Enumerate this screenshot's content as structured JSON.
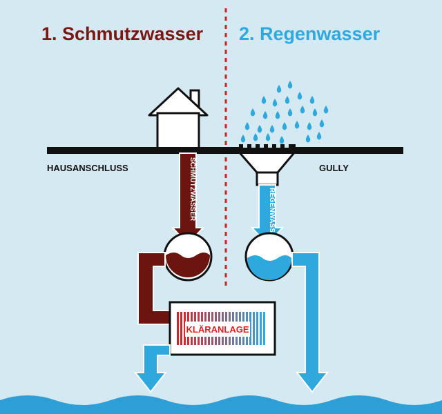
{
  "headings": {
    "left": "1. Schmutzwasser",
    "right": "2. Regenwasser"
  },
  "labels": {
    "house_connection": "Hausanschluss",
    "gully": "Gully",
    "dirty_pipe": "Schmutzwasser",
    "rain_pipe": "Regenwasser",
    "treatment_plant": "Kläranlage"
  },
  "colors": {
    "background": "#d4e9f2",
    "dirty_water": "#6b1410",
    "rain_water": "#2fa8de",
    "divider": "#d42020",
    "ground": "#111111",
    "wave": "#2f9fd8",
    "treatment_highlight": "#e02020"
  },
  "icons": [
    "house-icon",
    "rain-drops-icon",
    "wave-icon"
  ]
}
